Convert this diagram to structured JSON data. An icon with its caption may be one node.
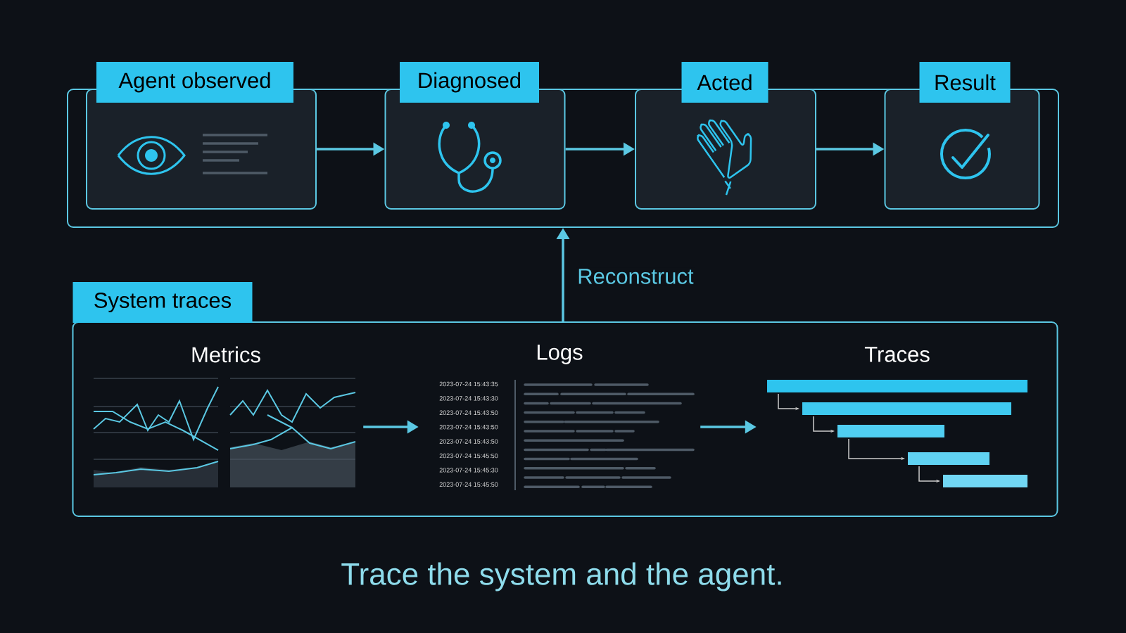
{
  "diagram": {
    "caption": "Trace the system and the agent.",
    "nodes": [
      {
        "text": [],
        "shape": "box"
      },
      {
        "text": [
          "Agent observed"
        ],
        "in": 0
      },
      {
        "text": [
          "Diagnosed"
        ],
        "in": 0
      },
      {
        "text": [
          "Acted"
        ],
        "in": 0
      },
      {
        "text": [
          "Result"
        ],
        "in": 0
      },
      {
        "text": [
          "System traces"
        ]
      },
      {
        "text": [
          "Metrics"
        ],
        "in": 5
      },
      {
        "text": [
          "Logs"
        ],
        "in": 5
      },
      {
        "text": [
          "Traces"
        ],
        "in": 5
      }
    ],
    "edges": [
      {
        "from": 1,
        "to": 2,
        "arrow": "to"
      },
      {
        "from": 2,
        "to": 3,
        "arrow": "to"
      },
      {
        "from": 3,
        "to": 4,
        "arrow": "to"
      },
      {
        "from": 5,
        "to": 0,
        "arrow": "to",
        "label": "Reconstruct"
      },
      {
        "from": 6,
        "to": 7,
        "arrow": "to"
      },
      {
        "from": 7,
        "to": 8,
        "arrow": "to"
      }
    ],
    "labels": [
      "2023-07-24 15:43:35",
      "2023-07-24 15:43:30",
      "2023-07-24 15:43:50",
      "2023-07-24 15:43:50",
      "2023-07-24 15:43:50",
      "2023-07-24 15:45:50",
      "2023-07-24 15:45:30",
      "2023-07-24 15:45:50"
    ]
  }
}
